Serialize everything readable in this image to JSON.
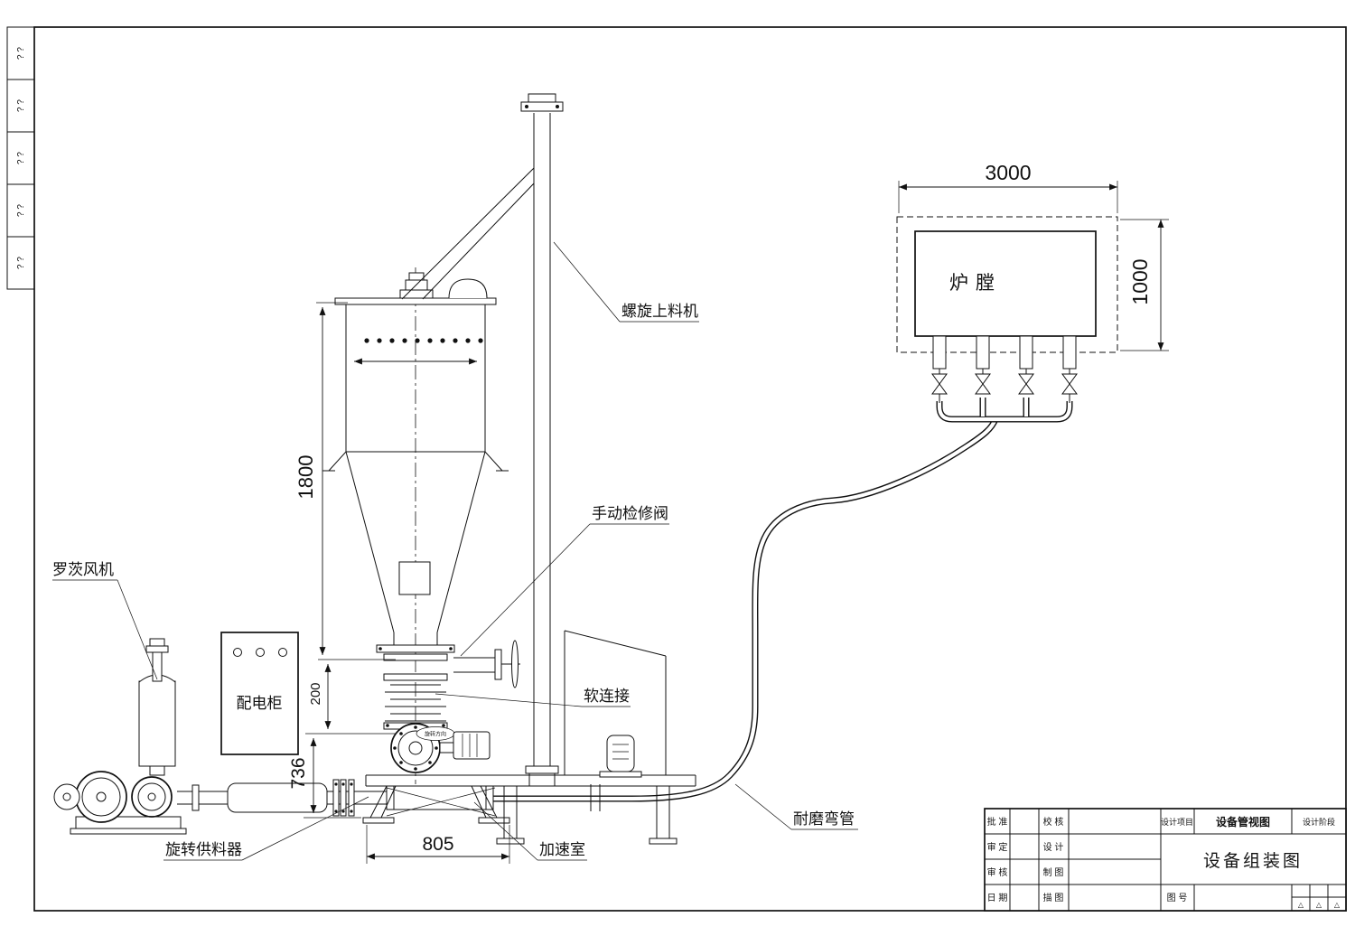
{
  "frame": {
    "rev_strip": [
      "? ?",
      "? ?",
      "? ?",
      "? ?",
      "? ?"
    ]
  },
  "labels": {
    "screw_feeder": "螺旋上料机",
    "manual_valve": "手动检修阀",
    "soft_connection": "软连接",
    "roots_blower": "罗茨风机",
    "power_cabinet": "配电柜",
    "rotary_feeder": "旋转供料器",
    "acceleration_chamber": "加速室",
    "wear_elbow": "耐磨弯管",
    "furnace": "炉膛",
    "rotation_direction": "旋转方向"
  },
  "dimensions": {
    "hopper_height": "1800",
    "valve_section": "200",
    "base_height": "736",
    "base_width": "805",
    "furnace_width": "3000",
    "furnace_height": "1000"
  },
  "title_block": {
    "approve_labels": [
      "批 准",
      "审 定",
      "审 核",
      "日 期"
    ],
    "check_labels": [
      "校 核",
      "设 计",
      "制 图",
      "描 图"
    ],
    "project_label": "设计项目",
    "project_name": "设备管视图",
    "stage_label": "设计阶段",
    "drawing_title": "设备组装图",
    "drawing_no_label": "图 号",
    "marks": [
      "△",
      "△",
      "△"
    ]
  }
}
